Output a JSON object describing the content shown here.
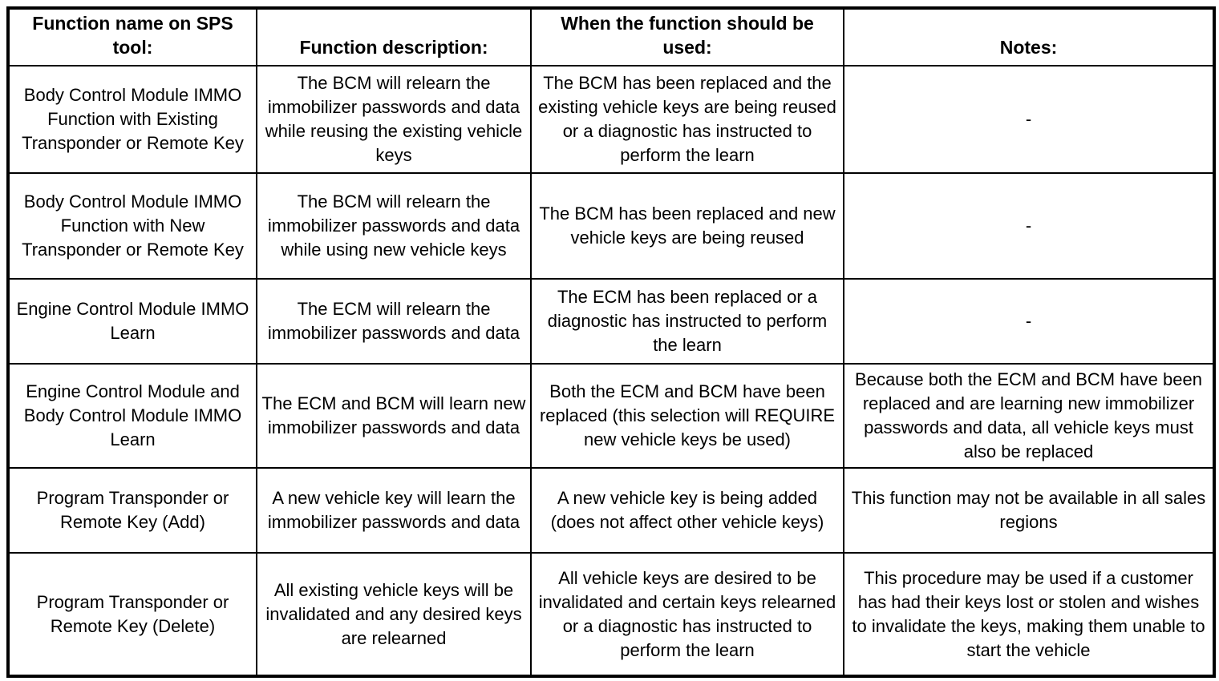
{
  "colors": {
    "border": "#000000",
    "background": "#ffffff",
    "text": "#000000"
  },
  "table": {
    "headers": [
      "Function name on SPS tool:",
      "Function description:",
      "When the function should be used:",
      "Notes:"
    ],
    "rows": [
      {
        "function_name": "Body Control Module IMMO Function with Existing Transponder or Remote Key",
        "description": "The BCM will relearn the immobilizer passwords and data while reusing the existing vehicle keys",
        "when_used": "The BCM has been replaced and the existing vehicle keys are being reused or a diagnostic has instructed to perform the learn",
        "notes": "-"
      },
      {
        "function_name": "Body Control Module IMMO Function with New Transponder or Remote Key",
        "description": "The BCM will relearn the immobilizer passwords and data while using new vehicle keys",
        "when_used": "The BCM has been replaced and new vehicle keys are being reused",
        "notes": "-"
      },
      {
        "function_name": "Engine Control Module IMMO Learn",
        "description": "The ECM will relearn the immobilizer passwords and data",
        "when_used": "The ECM has been replaced or a diagnostic has instructed to perform the learn",
        "notes": "-"
      },
      {
        "function_name": "Engine Control Module and Body Control Module IMMO Learn",
        "description": "The ECM and BCM will learn new immobilizer passwords and data",
        "when_used": "Both the ECM and BCM have been replaced (this selection will REQUIRE new vehicle keys be used)",
        "notes": "Because both the ECM and BCM have been replaced and are learning new immobilizer passwords and data, all vehicle keys must also be replaced"
      },
      {
        "function_name": "Program Transponder or Remote Key (Add)",
        "description": "A new vehicle key will learn the immobilizer passwords and data",
        "when_used": "A new vehicle key is being added (does not affect other vehicle keys)",
        "notes": "This function may not be available in all sales regions"
      },
      {
        "function_name": "Program Transponder or Remote Key (Delete)",
        "description": "All existing vehicle keys will be invalidated and any desired keys are relearned",
        "when_used": "All vehicle keys are desired to be invalidated and certain keys relearned or a diagnostic has instructed to perform the learn",
        "notes": "This procedure may be used if a customer has had their keys lost or stolen and wishes to invalidate the keys, making them unable to start the vehicle"
      }
    ]
  }
}
